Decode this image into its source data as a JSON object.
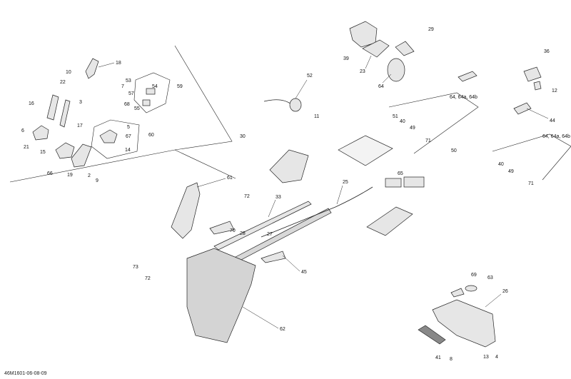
{
  "diagram": {
    "code": "46M1601-06-08-09",
    "labels": {
      "l18": "18",
      "l10": "10",
      "l53": "53",
      "l59": "59",
      "l22": "22",
      "l7": "7",
      "l54": "54",
      "l57": "57",
      "l68": "68",
      "l55": "55",
      "l3": "3",
      "l16": "16",
      "l17": "17",
      "l5": "5",
      "l67": "67",
      "l60": "60",
      "l6": "6",
      "l21": "21",
      "l15": "15",
      "l14": "14",
      "l19": "19",
      "l2": "2",
      "l9": "9",
      "l66": "66",
      "l61": "61",
      "l29": "29",
      "l39": "39",
      "l23": "23",
      "l64": "64",
      "l52": "52",
      "l36": "36",
      "l12": "12",
      "l11": "11",
      "l51": "51",
      "l40a": "40",
      "l49a": "49",
      "l71a": "71",
      "l50": "50",
      "l6464a": "64, 64a, 64b",
      "l44": "44",
      "l30": "30",
      "l6464b": "64, 64a, 64b",
      "l40b": "40",
      "l49b": "49",
      "l71b": "71",
      "l65": "65",
      "l25": "25",
      "l72a": "72",
      "l33": "33",
      "l70": "70",
      "l28": "28",
      "l27": "27",
      "l73": "73",
      "l72b": "72",
      "l45": "45",
      "l62": "62",
      "l69": "69",
      "l63": "63",
      "l26": "26",
      "l41": "41",
      "l8": "8",
      "l13": "13",
      "l4": "4"
    }
  }
}
